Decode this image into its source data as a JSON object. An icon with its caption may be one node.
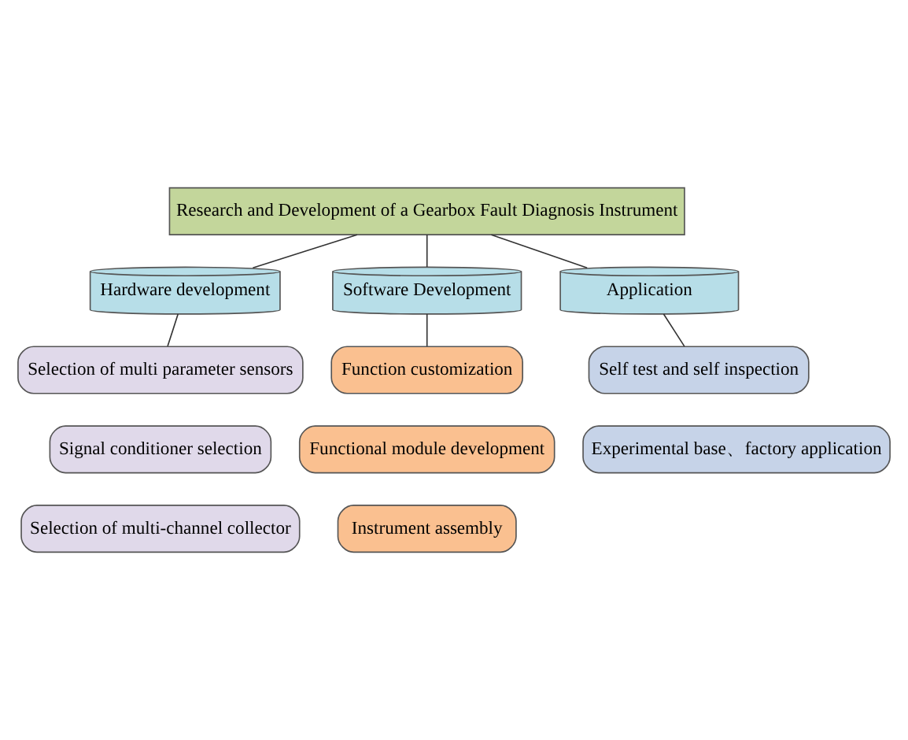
{
  "diagram": {
    "nodes": [
      {
        "text": [
          "Research and Development of a Gearbox Fault Diagnosis Instrument"
        ]
      },
      {
        "text": [
          "Hardware development"
        ]
      },
      {
        "text": [
          "Software Development"
        ]
      },
      {
        "text": [
          "Application"
        ]
      },
      {
        "text": [
          "Selection of multi parameter sensors"
        ]
      },
      {
        "text": [
          "Signal conditioner selection"
        ]
      },
      {
        "text": [
          "Selection of multi-channel collector"
        ]
      },
      {
        "text": [
          "Function customization"
        ]
      },
      {
        "text": [
          "Functional module development"
        ]
      },
      {
        "text": [
          "Instrument assembly"
        ]
      },
      {
        "text": [
          "Self test and self inspection"
        ]
      },
      {
        "text": [
          "Experimental base、factory application"
        ]
      }
    ],
    "edges": [
      {
        "from": 0,
        "to": 1,
        "arrow": "none"
      },
      {
        "from": 0,
        "to": 2,
        "arrow": "none"
      },
      {
        "from": 0,
        "to": 3,
        "arrow": "none"
      },
      {
        "from": 1,
        "to": 4,
        "arrow": "none"
      },
      {
        "from": 2,
        "to": 7,
        "arrow": "none"
      },
      {
        "from": 3,
        "to": 10,
        "arrow": "none"
      }
    ]
  }
}
